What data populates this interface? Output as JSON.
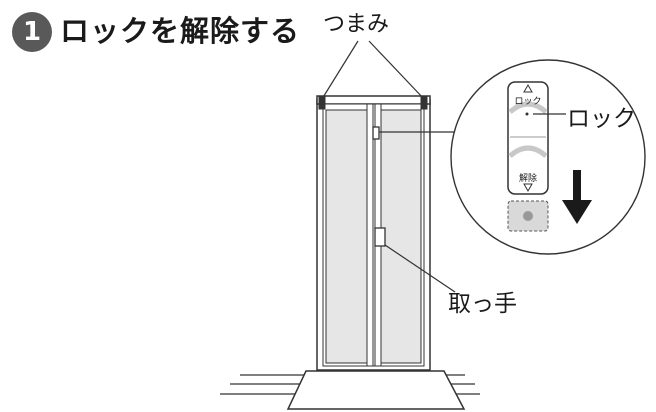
{
  "step": {
    "number": "1",
    "title": "ロックを解除する"
  },
  "labels": {
    "knobs": "つまみ",
    "lock": "ロック",
    "handle": "取っ手"
  },
  "lock_switch": {
    "lock_text": "ロック",
    "release_text": "解除",
    "direction": "down"
  },
  "colors": {
    "badge": "#595959",
    "line": "#333333",
    "panel": "#e6e6e6",
    "arrow": "#1a1a1a"
  }
}
